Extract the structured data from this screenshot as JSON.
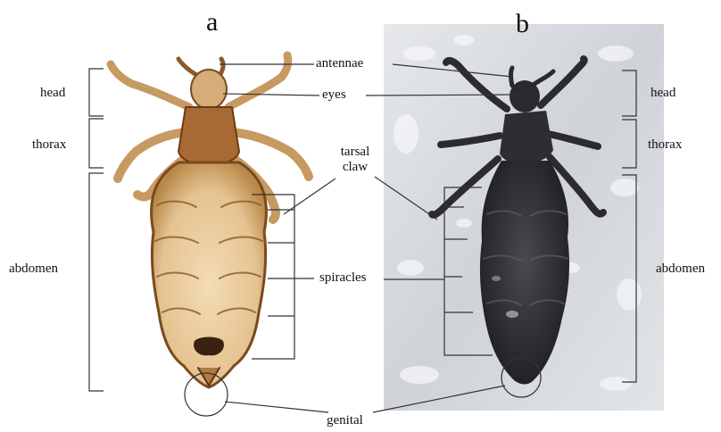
{
  "panels": [
    "a",
    "b"
  ],
  "labels": {
    "head_left": "head",
    "thorax_left": "thorax",
    "abdomen_left": "abdomen",
    "head_right": "head",
    "thorax_right": "thorax",
    "abdomen_right": "abdomen",
    "antennae": "antennae",
    "eyes": "eyes",
    "tarsal_claw": "tarsal\nclaw",
    "spiracles": "spiracles",
    "genital": "genital"
  },
  "colors": {
    "specimen_a_body": "#e8c99a",
    "specimen_a_outline": "#7a4a1e",
    "specimen_b_body": "#3a3a3c",
    "photo_background": "#dcdfe2",
    "leader_lines": "#333333"
  }
}
